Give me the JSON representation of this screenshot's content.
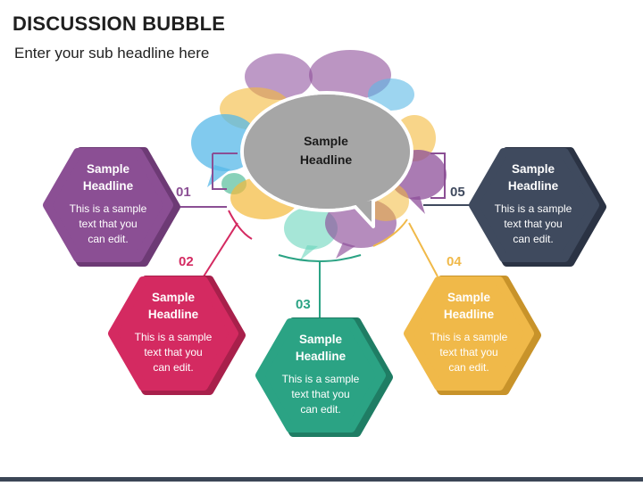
{
  "title": "DISCUSSION BUBBLE",
  "subtitle": "Enter your sub headline here",
  "center": {
    "headline": "Sample\nHeadline"
  },
  "items": [
    {
      "number": "01",
      "headline": "Sample\nHeadline",
      "body": "This is a sample\ntext that you\ncan edit.",
      "color": "#8b4f94",
      "shadow": "#6d3a75"
    },
    {
      "number": "02",
      "headline": "Sample\nHeadline",
      "body": "This is a sample\ntext that you\ncan edit.",
      "color": "#d42a61",
      "shadow": "#a8204b"
    },
    {
      "number": "03",
      "headline": "Sample\nHeadline",
      "body": "This is a sample\ntext that you\ncan edit.",
      "color": "#2ba384",
      "shadow": "#1f7d64"
    },
    {
      "number": "04",
      "headline": "Sample\nHeadline",
      "body": "This is a sample\ntext that you\ncan edit.",
      "color": "#f0b949",
      "shadow": "#c8932a"
    },
    {
      "number": "05",
      "headline": "Sample\nHeadline",
      "body": "This is a sample\ntext that you\ncan edit.",
      "color": "#3f4a5e",
      "shadow": "#2b3344"
    }
  ]
}
